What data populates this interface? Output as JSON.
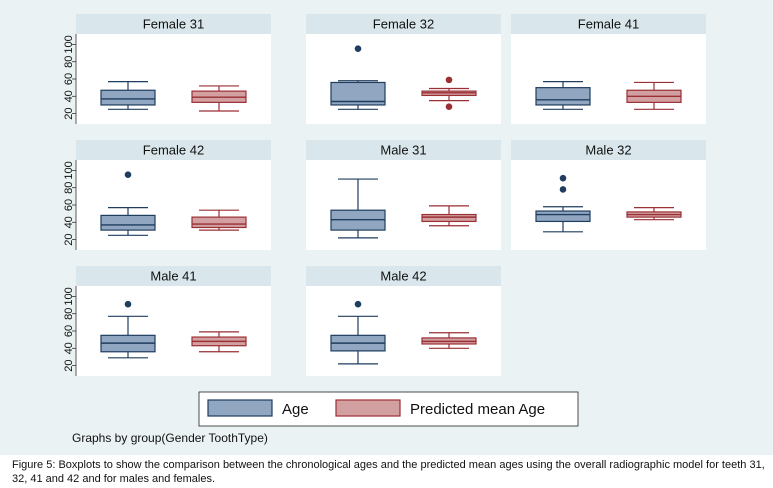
{
  "chart_data": {
    "type": "boxplot",
    "y_ticks": [
      20,
      40,
      60,
      80,
      100
    ],
    "ylim": [
      8,
      112
    ],
    "series": [
      {
        "name": "Age",
        "fill": "#91A7C1",
        "stroke": "#1F3D5F"
      },
      {
        "name": "Predicted mean Age",
        "fill": "#D3A0A2",
        "stroke": "#9A2F34"
      }
    ],
    "panels": [
      {
        "title": "Female 31",
        "boxes": [
          {
            "series": "Age",
            "min": 25,
            "q1": 30,
            "median": 37,
            "q3": 47,
            "max": 57,
            "outliers": []
          },
          {
            "series": "Predicted mean Age",
            "min": 23,
            "q1": 33,
            "median": 39,
            "q3": 46,
            "max": 52,
            "outliers": []
          }
        ]
      },
      {
        "title": "Female 32",
        "boxes": [
          {
            "series": "Age",
            "min": 25,
            "q1": 30,
            "median": 34,
            "q3": 56,
            "max": 58,
            "outliers": [
              95
            ]
          },
          {
            "series": "Predicted mean Age",
            "min": 35,
            "q1": 41,
            "median": 44,
            "q3": 46,
            "max": 49,
            "outliers": [
              59,
              28
            ]
          }
        ]
      },
      {
        "title": "Female 41",
        "boxes": [
          {
            "series": "Age",
            "min": 25,
            "q1": 30,
            "median": 36,
            "q3": 50,
            "max": 57,
            "outliers": []
          },
          {
            "series": "Predicted mean Age",
            "min": 25,
            "q1": 33,
            "median": 40,
            "q3": 47,
            "max": 56,
            "outliers": []
          }
        ]
      },
      {
        "title": "Female 42",
        "boxes": [
          {
            "series": "Age",
            "min": 25,
            "q1": 31,
            "median": 37,
            "q3": 48,
            "max": 57,
            "outliers": [
              95
            ]
          },
          {
            "series": "Predicted mean Age",
            "min": 31,
            "q1": 34,
            "median": 38,
            "q3": 46,
            "max": 54,
            "outliers": []
          }
        ]
      },
      {
        "title": "Male 31",
        "boxes": [
          {
            "series": "Age",
            "min": 22,
            "q1": 31,
            "median": 43,
            "q3": 54,
            "max": 90,
            "outliers": []
          },
          {
            "series": "Predicted mean Age",
            "min": 36,
            "q1": 41,
            "median": 46,
            "q3": 49,
            "max": 59,
            "outliers": []
          }
        ]
      },
      {
        "title": "Male 32",
        "boxes": [
          {
            "series": "Age",
            "min": 29,
            "q1": 41,
            "median": 49,
            "q3": 53,
            "max": 58,
            "outliers": [
              91,
              78
            ]
          },
          {
            "series": "Predicted mean Age",
            "min": 43,
            "q1": 46,
            "median": 49,
            "q3": 52,
            "max": 57,
            "outliers": []
          }
        ]
      },
      {
        "title": "Male 41",
        "boxes": [
          {
            "series": "Age",
            "min": 29,
            "q1": 36,
            "median": 46,
            "q3": 55,
            "max": 77,
            "outliers": [
              91
            ]
          },
          {
            "series": "Predicted mean Age",
            "min": 36,
            "q1": 43,
            "median": 48,
            "q3": 53,
            "max": 59,
            "outliers": []
          }
        ]
      },
      {
        "title": "Male 42",
        "boxes": [
          {
            "series": "Age",
            "min": 22,
            "q1": 37,
            "median": 46,
            "q3": 55,
            "max": 77,
            "outliers": [
              91
            ]
          },
          {
            "series": "Predicted mean Age",
            "min": 40,
            "q1": 45,
            "median": 48,
            "q3": 52,
            "max": 58,
            "outliers": []
          }
        ]
      }
    ],
    "legend": {
      "position": "bottom",
      "entries": [
        "Age",
        "Predicted mean Age"
      ]
    },
    "note": "Graphs by group(Gender ToothType)"
  },
  "caption": "Figure 5: Boxplots to show the comparison between the chronological ages and the predicted mean ages using the overall radiographic model for teeth 31, 32, 41 and 42 and for males and females.",
  "colors": {
    "outer_bg": "#EAF2F3",
    "plot_bg": "#FFFFFF",
    "strip_bg": "#D9E6EB",
    "text": "#111111"
  }
}
